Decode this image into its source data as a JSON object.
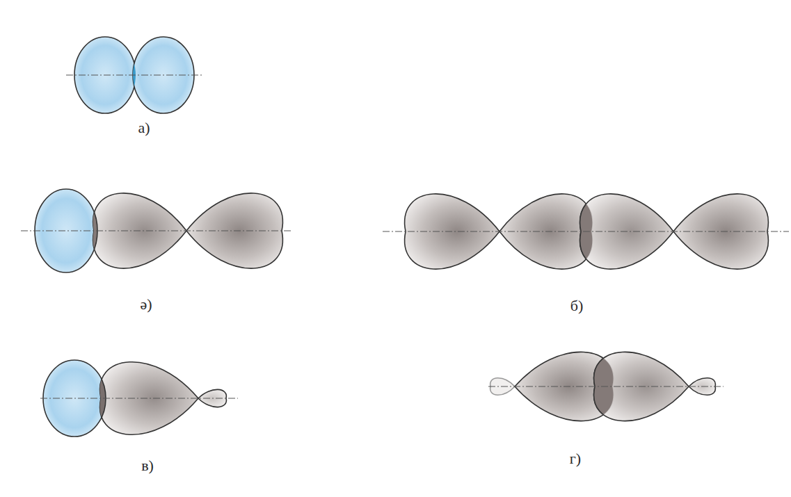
{
  "diagram": {
    "labels": [
      "а)",
      "ә)",
      "б)",
      "в)",
      "г)"
    ]
  }
}
